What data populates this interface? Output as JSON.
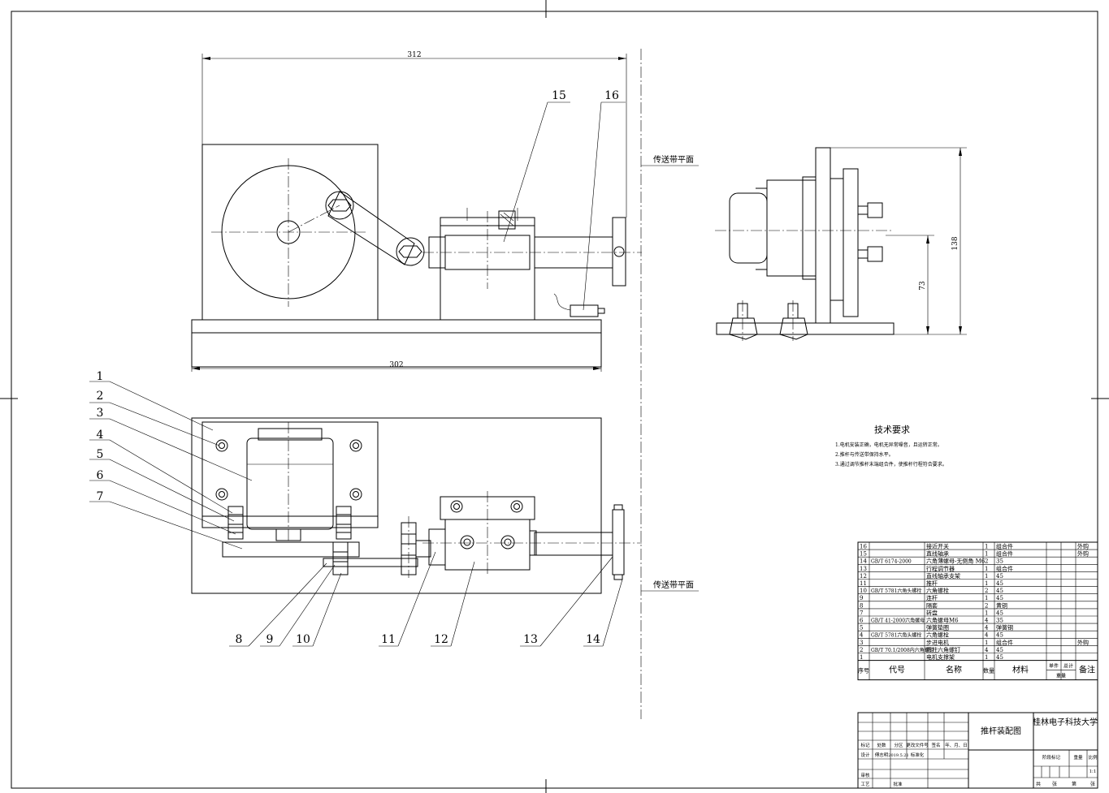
{
  "drawing": {
    "dims": {
      "top_length": "312",
      "base_length": "302",
      "height": "138",
      "shaft_height": "73"
    },
    "belt_label_top": "传送带平面",
    "belt_label_bottom": "传送带平面",
    "balloons_front": [
      "15",
      "16"
    ],
    "balloons_plan": [
      "1",
      "2",
      "3",
      "4",
      "5",
      "6",
      "7",
      "8",
      "9",
      "10",
      "11",
      "12",
      "13",
      "14"
    ]
  },
  "tech": {
    "title": "技术要求",
    "lines": [
      "1.电机安装正确，电机无异常噪音，且运转正常。",
      "2.推杆与传送带保持水平。",
      "3.通过调节推杆末端组合件，使推杆行程符合要求。"
    ]
  },
  "bom": [
    {
      "no": "16",
      "code": "",
      "name": "接近开关",
      "qty": "1",
      "mat": "组合件",
      "note": "外购"
    },
    {
      "no": "15",
      "code": "",
      "name": "直线轴承",
      "qty": "1",
      "mat": "组合件",
      "note": "外购"
    },
    {
      "no": "14",
      "code": "GB/T 6174-2000",
      "name": "六角薄螺母-无倒角 M6",
      "qty": "2",
      "mat": "35",
      "note": ""
    },
    {
      "no": "13",
      "code": "",
      "name": "行程调节器",
      "qty": "1",
      "mat": "组合件",
      "note": ""
    },
    {
      "no": "12",
      "code": "",
      "name": "直线轴承支架",
      "qty": "1",
      "mat": "45",
      "note": ""
    },
    {
      "no": "11",
      "code": "",
      "name": "推杆",
      "qty": "1",
      "mat": "45",
      "note": ""
    },
    {
      "no": "10",
      "code": "GB/T 5781六角头螺栓",
      "name": "六角螺栓",
      "qty": "2",
      "mat": "45",
      "note": ""
    },
    {
      "no": "9",
      "code": "",
      "name": "连杆",
      "qty": "1",
      "mat": "45",
      "note": ""
    },
    {
      "no": "8",
      "code": "",
      "name": "隔套",
      "qty": "2",
      "mat": "黄铜",
      "note": ""
    },
    {
      "no": "7",
      "code": "",
      "name": "转盘",
      "qty": "1",
      "mat": "45",
      "note": ""
    },
    {
      "no": "6",
      "code": "GB/T 41-2000六角螺母",
      "name": "六角螺母M6",
      "qty": "4",
      "mat": "35",
      "note": ""
    },
    {
      "no": "5",
      "code": "",
      "name": "弹簧垫圈",
      "qty": "4",
      "mat": "弹簧钢",
      "note": ""
    },
    {
      "no": "4",
      "code": "GB/T 5781六角头螺栓",
      "name": "六角螺栓",
      "qty": "4",
      "mat": "45",
      "note": ""
    },
    {
      "no": "3",
      "code": "",
      "name": "步进电机",
      "qty": "1",
      "mat": "组合件",
      "note": "外购"
    },
    {
      "no": "2",
      "code": "GB/T 70.1/2008内六角螺钉",
      "name": "圆柱六角螺钉",
      "qty": "4",
      "mat": "45",
      "note": ""
    },
    {
      "no": "1",
      "code": "",
      "name": "电机支撑架",
      "qty": "1",
      "mat": "45",
      "note": ""
    }
  ],
  "bom_header": {
    "no": "序号",
    "code": "代号",
    "name": "名称",
    "qty": "数量",
    "mat": "材料",
    "unit_w": "单件",
    "total_w": "总计",
    "weight": "重量",
    "note": "备注"
  },
  "titleblock": {
    "drawing_name": "推杆装配图",
    "school": "桂林电子科技大学",
    "mark": "标记",
    "count": "处数",
    "zone": "分区",
    "change_doc": "更改文件号",
    "sign": "签名",
    "date": "年、月、日",
    "design": "设计",
    "designer": "傅志明",
    "design_date": "2019.5.21",
    "standard": "标准化",
    "check": "审核",
    "process": "工艺",
    "approve": "批准",
    "stage": "阶段标记",
    "weight": "重量",
    "scale": "比例",
    "scale_val": "1:1",
    "total": "共",
    "sheets": "张",
    "no": "第",
    "page": "张"
  }
}
